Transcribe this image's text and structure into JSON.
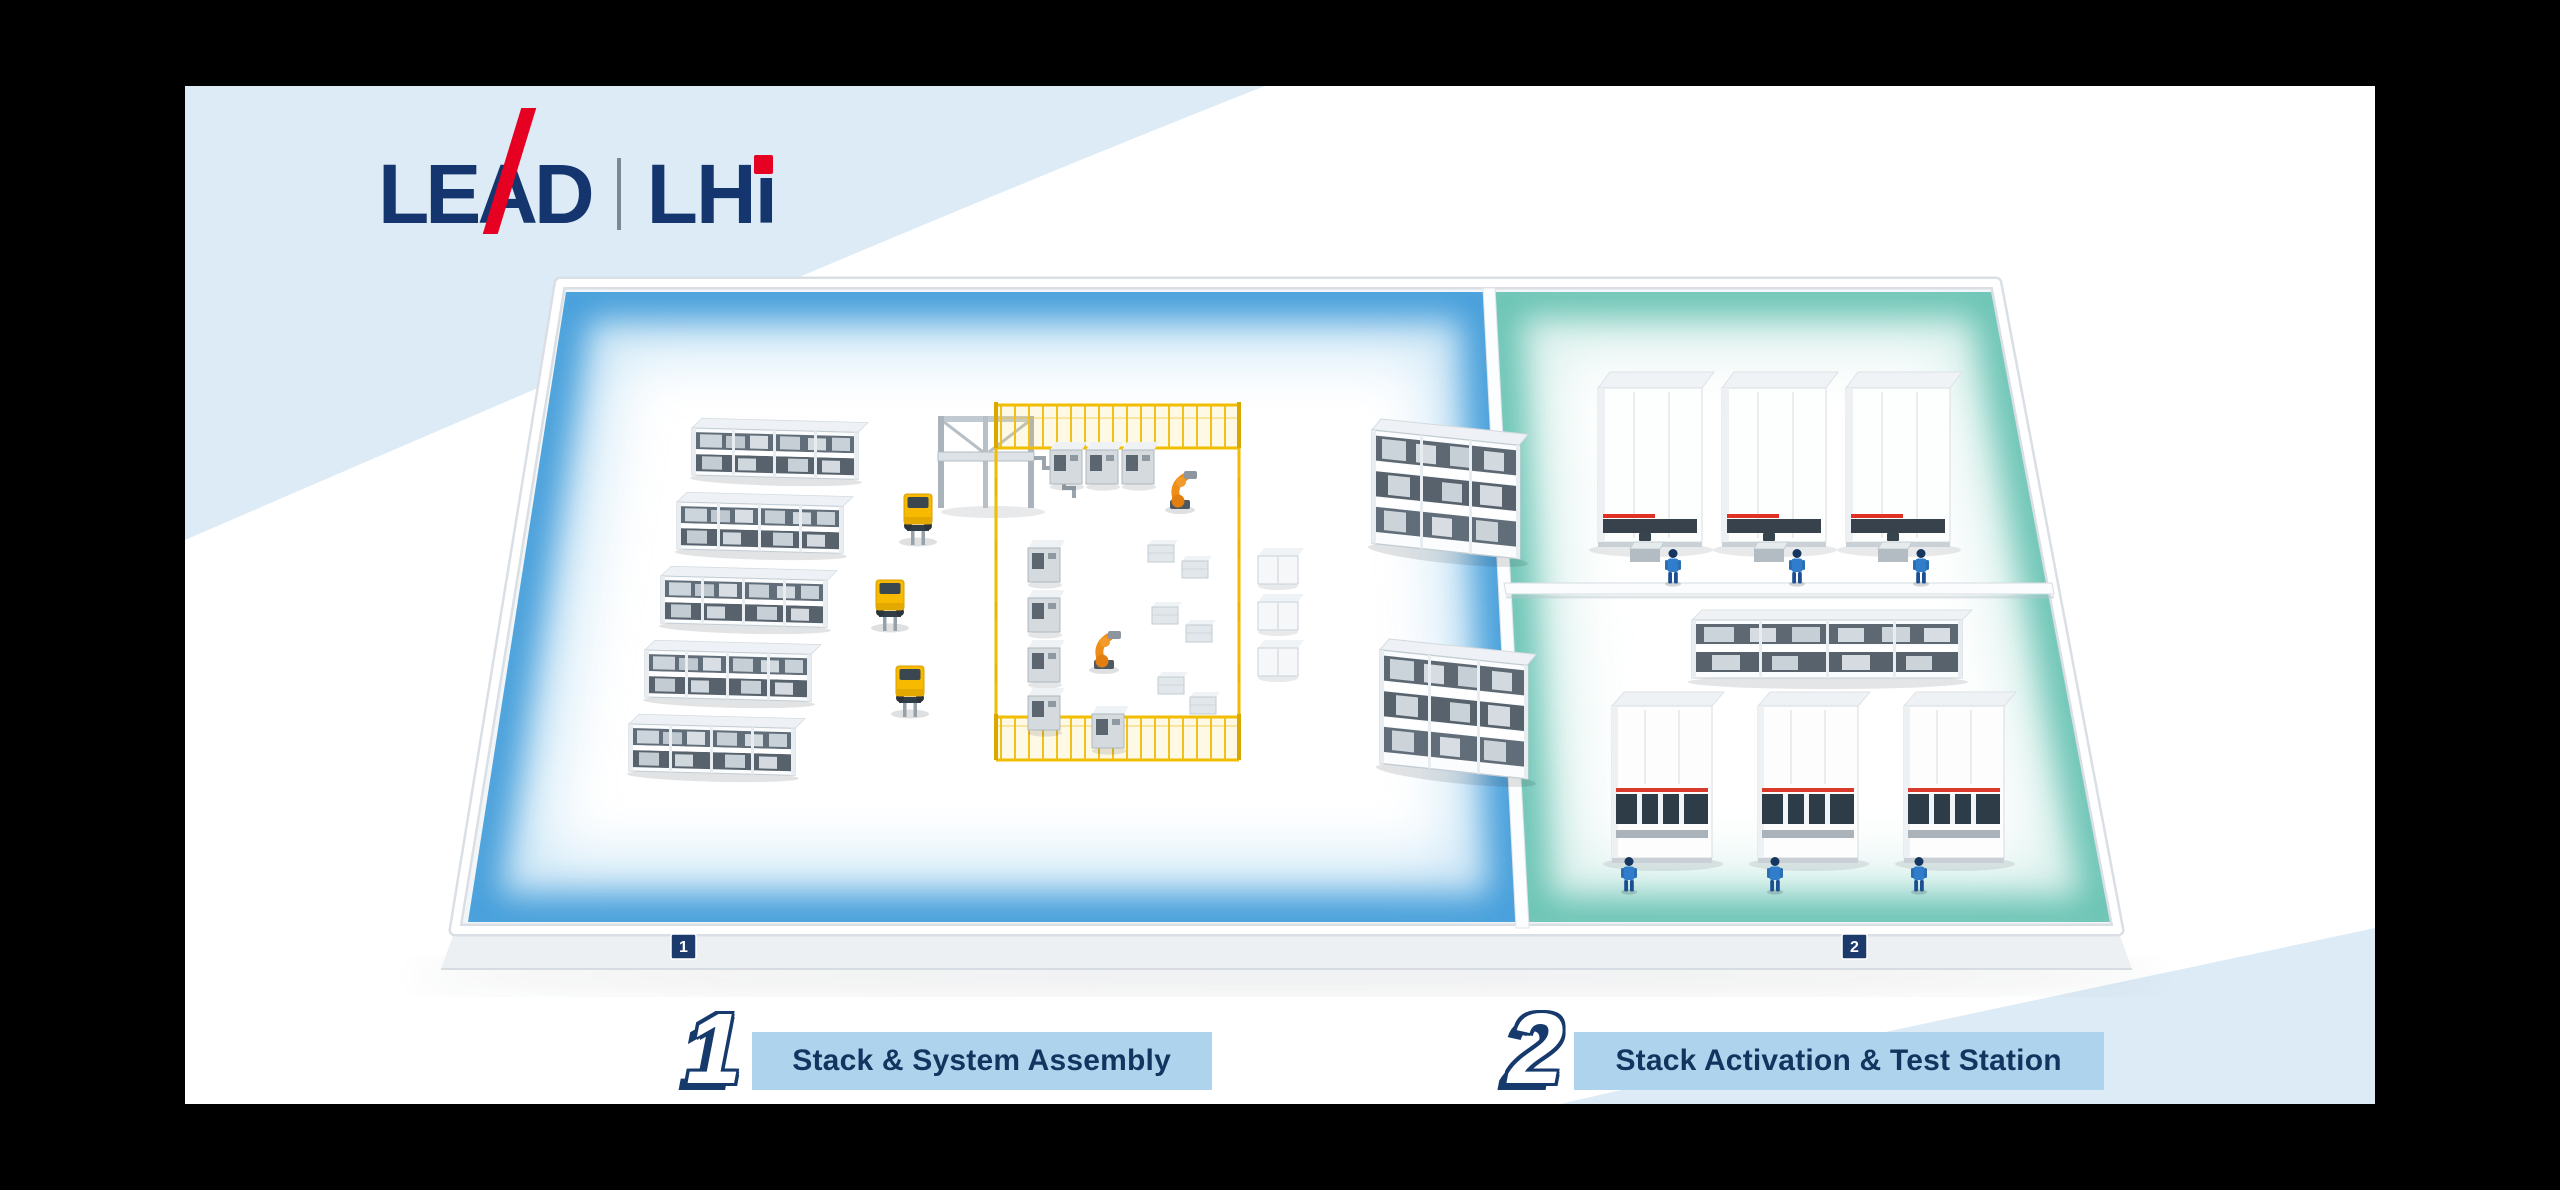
{
  "logo": {
    "primary": "LEAD",
    "secondary": "LHi"
  },
  "floor_markers": [
    {
      "number": "1"
    },
    {
      "number": "2"
    }
  ],
  "legend": [
    {
      "number": "1",
      "label": "Stack & System Assembly"
    },
    {
      "number": "2",
      "label": "Stack Activation & Test Station"
    }
  ],
  "colors": {
    "page_background": "#000000",
    "canvas": "#ffffff",
    "swoosh_blue": "#dcebf5",
    "brand_navy": "#15356e",
    "brand_red": "#e60021",
    "zone1_glow_blue": "#3f9bd9",
    "zone2_glow_teal": "#5fbfae",
    "legend_banner_blue": "#aed3ed",
    "legend_text_navy": "#12355f",
    "floor_marker_navy": "#1c3a6b",
    "fence_yellow": "#f0bd00",
    "forklift_yellow": "#f7ba00",
    "robot_orange": "#ee8d17",
    "worker_blue": "#2f7dcb"
  }
}
